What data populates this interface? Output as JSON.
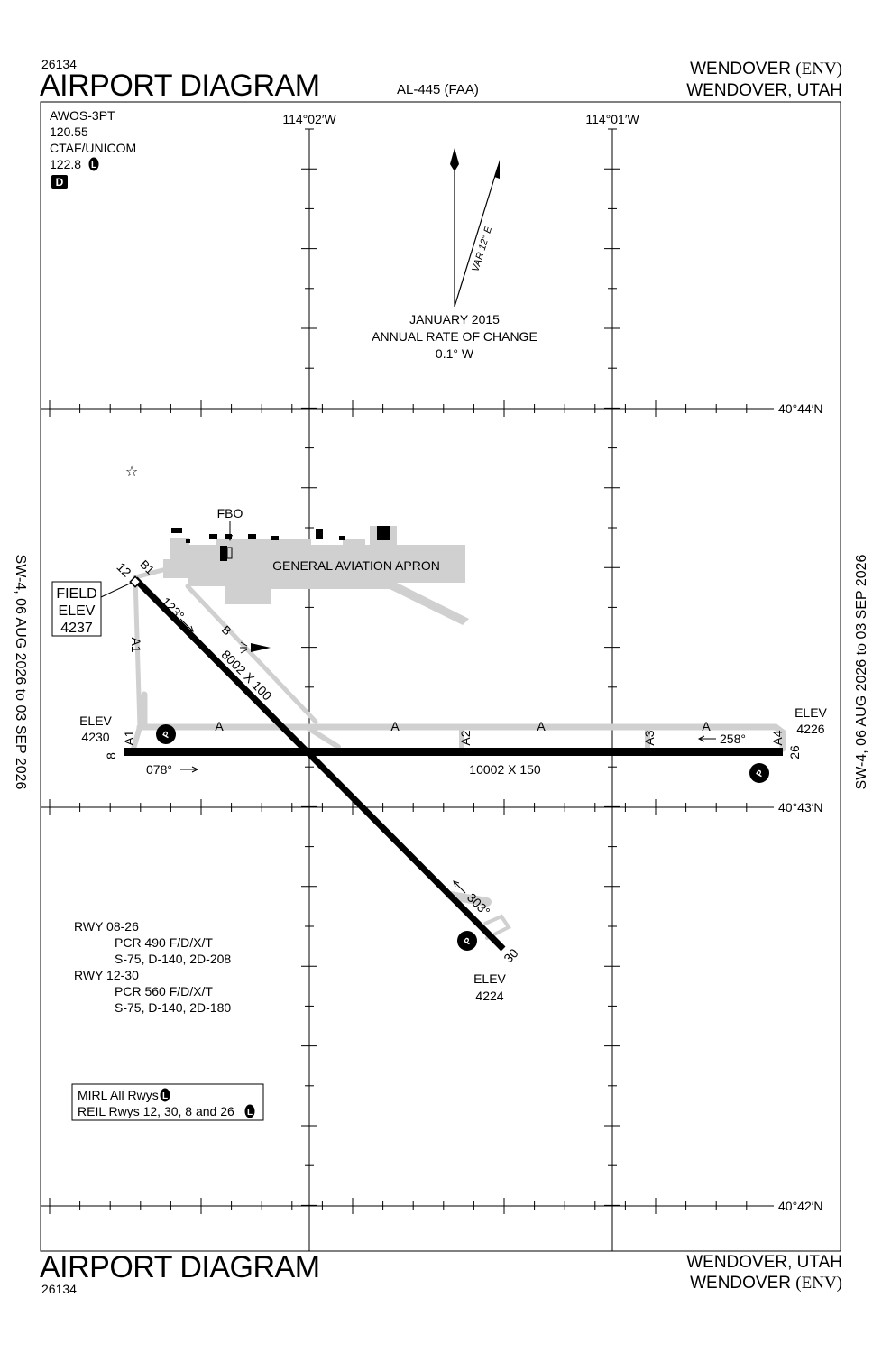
{
  "header": {
    "doc_number": "26134",
    "title": "AIRPORT DIAGRAM",
    "chart_id": "AL-445 (FAA)",
    "airport_name": "WENDOVER",
    "airport_code": "(ENV)",
    "city": "WENDOVER, UTAH"
  },
  "footer": {
    "title": "AIRPORT DIAGRAM",
    "doc_number": "26134",
    "city": "WENDOVER, UTAH",
    "airport_name": "WENDOVER",
    "airport_code": "(ENV)"
  },
  "effective_dates": {
    "left": "SW-4, 06 AUG 2026 to 03 SEP 2026",
    "right": "SW-4, 06 AUG 2026 to 03 SEP 2026"
  },
  "comms": {
    "awos_label": "AWOS-3PT",
    "awos_freq": "120.55",
    "ctaf_label": "CTAF/UNICOM",
    "ctaf_freq": "122.8",
    "pcl_badge": "L",
    "class_badge": "D"
  },
  "coordinates": {
    "lon_west": "114°02′W",
    "lon_east": "114°01′W",
    "lat_top": "40°44′N",
    "lat_mid": "40°43′N",
    "lat_bottom": "40°42′N"
  },
  "magnetic": {
    "variation": "VAR 12° E",
    "epoch": "JANUARY 2015",
    "rate_label": "ANNUAL RATE OF CHANGE",
    "rate_value": "0.1° W"
  },
  "labels": {
    "fbo": "FBO",
    "apron": "GENERAL AVIATION APRON",
    "field_elev_line1": "FIELD",
    "field_elev_line2": "ELEV",
    "field_elev_value": "4237",
    "elev_word": "ELEV",
    "elev_rwy8": "4230",
    "elev_rwy26": "4226",
    "elev_rwy30": "4224",
    "parking": "P"
  },
  "taxiways": {
    "a": "A",
    "a1": "A1",
    "a2": "A2",
    "a3": "A3",
    "a4": "A4",
    "b": "B",
    "b1": "B1"
  },
  "runways": {
    "rwy8_number": "8",
    "rwy26_number": "26",
    "rwy12_number": "12",
    "rwy30_number": "30",
    "rwy8_26_size": "10002 X 150",
    "rwy12_30_size": "8002 X 100",
    "hdg_078": "078°",
    "hdg_258": "258°",
    "hdg_123": "123°",
    "hdg_303": "303°"
  },
  "runway_info": {
    "rwy1_label": "RWY 08-26",
    "rwy1_pcr": "PCR 490 F/D/X/T",
    "rwy1_weights": "S-75, D-140, 2D-208",
    "rwy2_label": "RWY 12-30",
    "rwy2_pcr": "PCR 560 F/D/X/T",
    "rwy2_weights": "S-75, D-140, 2D-180"
  },
  "lighting": {
    "mirl": "MIRL All Rwys",
    "reil": "REIL Rwys 12, 30, 8 and 26",
    "badge": "L"
  }
}
